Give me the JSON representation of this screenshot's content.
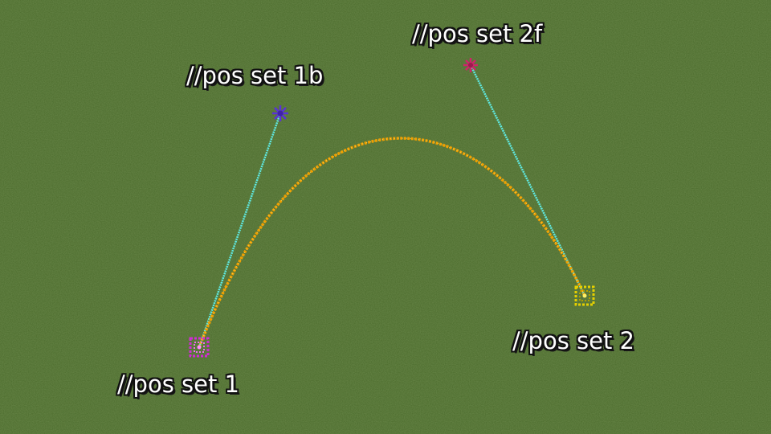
{
  "scene": {
    "labels": {
      "pos1": "//pos set 1",
      "pos1b": "//pos set 1b",
      "pos2f": "//pos set 2f",
      "pos2": "//pos set 2"
    },
    "colors": {
      "grass": "#4a6a2b",
      "curve": "#f0a000",
      "handle_line": "#5fe8e0",
      "marker_pos1": "#d22ad6",
      "marker_pos1b": "#5a32d8",
      "marker_pos2f": "#d0246a",
      "marker_pos2": "#e6d000"
    }
  }
}
